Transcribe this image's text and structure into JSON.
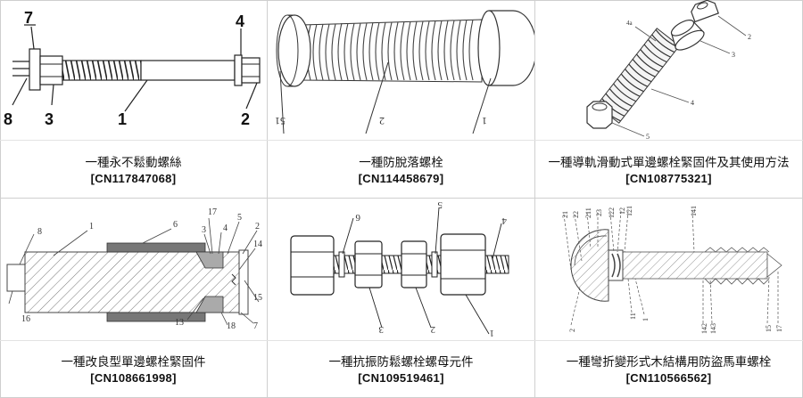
{
  "patents": [
    {
      "title": "一種永不鬆動螺絲",
      "number": "[CN117847068]",
      "labels": {
        "l7": "7",
        "l4": "4",
        "l8": "8",
        "l3": "3",
        "l1": "1",
        "l2": "2"
      }
    },
    {
      "title": "一種防脫落螺栓",
      "number": "[CN114458679]",
      "labels": {
        "l51": "51",
        "l2": "2",
        "l1": "1"
      }
    },
    {
      "title": "一種導軌滑動式單邊螺栓緊固件及其使用方法",
      "number": "[CN108775321]",
      "labels": {
        "l4a": "4a",
        "l2": "2",
        "l3": "3",
        "l4": "4",
        "l5": "5"
      }
    },
    {
      "title": "一種改良型單邊螺栓緊固件",
      "number": "[CN108661998]",
      "labels": {
        "l8": "8",
        "l1": "1",
        "l6": "6",
        "l17": "17",
        "l3": "3",
        "l5": "5",
        "l4": "4",
        "l2": "2",
        "l14": "14",
        "l15": "15",
        "l16": "16",
        "l13": "13",
        "l18": "18",
        "l7": "7"
      }
    },
    {
      "title": "一種抗振防鬆螺栓螺母元件",
      "number": "[CN109519461]",
      "labels": {
        "l6": "6",
        "l5": "5",
        "l4": "4",
        "l3": "3",
        "l2": "2",
        "l1": "1"
      }
    },
    {
      "title": "一種彎折變形式木結構用防盜馬車螺栓",
      "number": "[CN110566562]",
      "labels": {
        "l21": "21",
        "l22": "22",
        "l211": "211",
        "l23": "23",
        "l122": "122",
        "l12": "12",
        "l121": "121",
        "l141": "141",
        "l11": "11",
        "l2": "2",
        "l1": "1",
        "l142": "142",
        "l143": "143",
        "l15": "15",
        "l17": "17"
      }
    }
  ]
}
